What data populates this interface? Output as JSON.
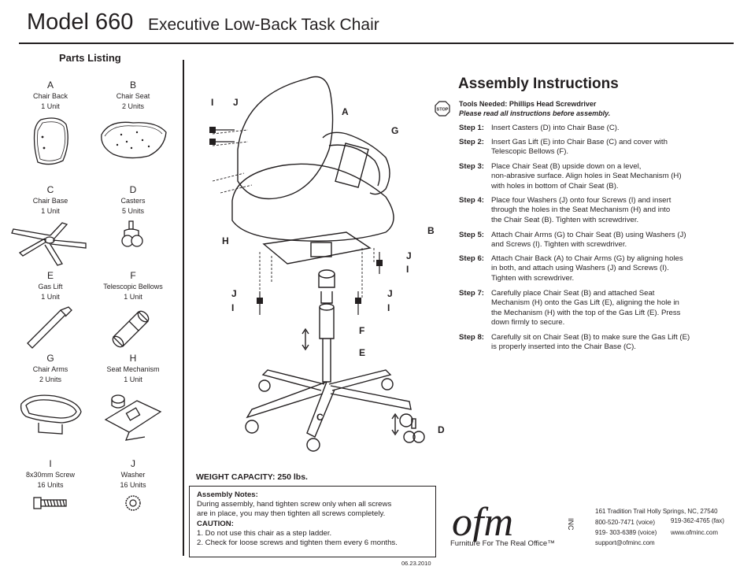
{
  "header": {
    "model": "Model 660",
    "subtitle": "Executive Low-Back Task Chair"
  },
  "parts": {
    "title": "Parts Listing",
    "items": [
      {
        "letter": "A",
        "name": "Chair Back",
        "qty": "1 Unit"
      },
      {
        "letter": "B",
        "name": "Chair Seat",
        "qty": "2 Units"
      },
      {
        "letter": "C",
        "name": "Chair Base",
        "qty": "1 Unit"
      },
      {
        "letter": "D",
        "name": "Casters",
        "qty": "5 Units"
      },
      {
        "letter": "E",
        "name": "Gas Lift",
        "qty": "1 Unit"
      },
      {
        "letter": "F",
        "name": "Telescopic Bellows",
        "qty": "1 Unit"
      },
      {
        "letter": "G",
        "name": "Chair Arms",
        "qty": "2 Units"
      },
      {
        "letter": "H",
        "name": "Seat Mechanism",
        "qty": "1 Unit"
      },
      {
        "letter": "I",
        "name": "8x30mm Screw",
        "qty": "16 Units"
      },
      {
        "letter": "J",
        "name": "Washer",
        "qty": "16 Units"
      }
    ]
  },
  "diagram_labels": {
    "i1": "I",
    "j1": "J",
    "a": "A",
    "g": "G",
    "b": "B",
    "h": "H",
    "j2": "J",
    "i2": "I",
    "j3": "J",
    "i3": "I",
    "j4": "J",
    "i4": "I",
    "f": "F",
    "e": "E",
    "c": "C",
    "d": "D"
  },
  "assembly": {
    "title": "Assembly Instructions",
    "stop_sign": "STOP",
    "tools": "Tools Needed: Phillips Head Screwdriver",
    "read_all": "Please read all instructions before assembly.",
    "steps": [
      {
        "label": "Step 1:",
        "lines": [
          "Insert Casters (D) into Chair Base (C)."
        ]
      },
      {
        "label": "Step 2:",
        "lines": [
          "Insert Gas Lift (E) into Chair Base (C) and cover with",
          "Telescopic Bellows (F)."
        ]
      },
      {
        "label": "Step 3:",
        "lines": [
          "Place Chair Seat (B) upside down on a level,",
          "non-abrasive surface. Align holes in Seat Mechanism (H)",
          "with holes in bottom of Chair Seat (B)."
        ]
      },
      {
        "label": "Step 4:",
        "lines": [
          "Place four Washers (J) onto four Screws (I) and insert",
          "through the holes in the Seat Mechanism (H) and into",
          "the Chair Seat (B). Tighten with screwdriver."
        ]
      },
      {
        "label": "Step 5:",
        "lines": [
          "Attach Chair Arms (G) to Chair Seat (B) using Washers (J)",
          "and Screws (I). Tighten with screwdriver."
        ]
      },
      {
        "label": "Step 6:",
        "lines": [
          "Attach Chair Back (A) to Chair Arms (G) by aligning holes",
          "in both, and attach using Washers (J) and Screws (I).",
          "Tighten with screwdriver."
        ]
      },
      {
        "label": "Step 7:",
        "lines": [
          "Carefully place Chair Seat (B) and attached Seat",
          "Mechanism (H) onto the Gas Lift (E), aligning the hole in",
          "the Mechanism (H) with the top of the Gas Lift (E). Press",
          "down firmly to secure."
        ]
      },
      {
        "label": "Step 8:",
        "lines": [
          "Carefully sit on Chair Seat (B) to make sure the Gas Lift (E)",
          "is properly inserted into the Chair Base (C)."
        ]
      }
    ]
  },
  "weight_capacity": "WEIGHT CAPACITY: 250 lbs.",
  "notes": {
    "heading": "Assembly Notes:",
    "body": [
      "During assembly, hand tighten screw only when all screws",
      "are in place, you may then tighten all screws completely."
    ],
    "caution_heading": "CAUTION:",
    "cautions": [
      "1. Do not use this chair as a step ladder.",
      "2. Check for loose screws and tighten them every 6 months."
    ]
  },
  "date": "06.23.2010",
  "company": {
    "logo_text": "ofm",
    "logo_inc": "INC",
    "tagline": "Furniture For The Real Office™",
    "address": "161 Tradition Trail  Holly Springs, NC, 27540",
    "phone1": "800-520-7471 (voice)",
    "fax": "919-362-4765 (fax)",
    "phone2": "919- 303-6389 (voice)",
    "web": "www.ofminc.com",
    "email": "support@ofminc.com"
  }
}
